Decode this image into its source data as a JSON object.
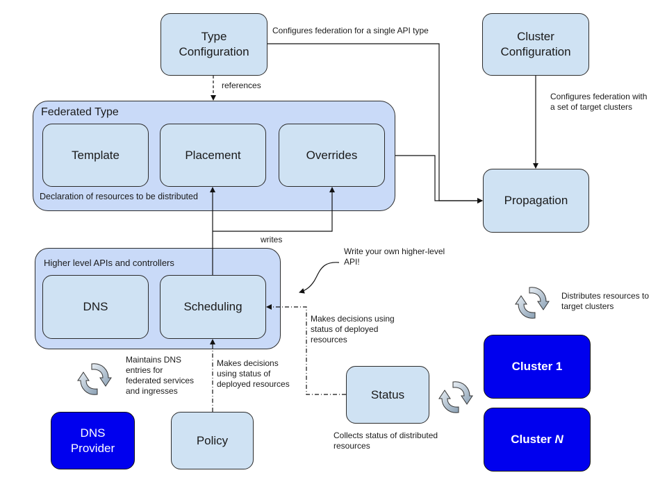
{
  "nodes": {
    "type_config": "Type\nConfiguration",
    "cluster_config": "Cluster\nConfiguration",
    "template": "Template",
    "placement": "Placement",
    "overrides": "Overrides",
    "propagation": "Propagation",
    "dns": "DNS",
    "scheduling": "Scheduling",
    "status": "Status",
    "policy": "Policy",
    "dns_provider": "DNS\nProvider",
    "cluster_1": "Cluster 1",
    "cluster_n_prefix": "Cluster ",
    "cluster_n_suffix": "N"
  },
  "groups": {
    "federated_type_title": "Federated Type",
    "federated_type_caption": "Declaration of resources to be distributed",
    "higher_level_title": "Higher level APIs and controllers"
  },
  "notes": {
    "type_config_desc": "Configures federation for a single API type",
    "references": "references",
    "cluster_config_desc": "Configures federation with\na set of target clusters",
    "writes": "writes",
    "write_your_own": "Write your own higher-level\nAPI!",
    "distributes": "Distributes resources to\ntarget clusters",
    "status_decisions": "Makes decisions using\nstatus of deployed\nresources",
    "dns_entries": "Maintains DNS\nentries for\nfederated services\nand ingresses",
    "policy_decisions": "Makes decisions\nusing status of\ndeployed resources",
    "collects_status": "Collects status of distributed\nresources"
  },
  "colors": {
    "node_fill": "#cfe2f3",
    "group_fill": "#c9daf8",
    "cluster_fill": "#0000ee",
    "line": "#111111"
  },
  "icons": [
    "sync-cycle-icon",
    "sync-cycle-icon",
    "sync-cycle-icon",
    "curved-arrow-icon"
  ]
}
